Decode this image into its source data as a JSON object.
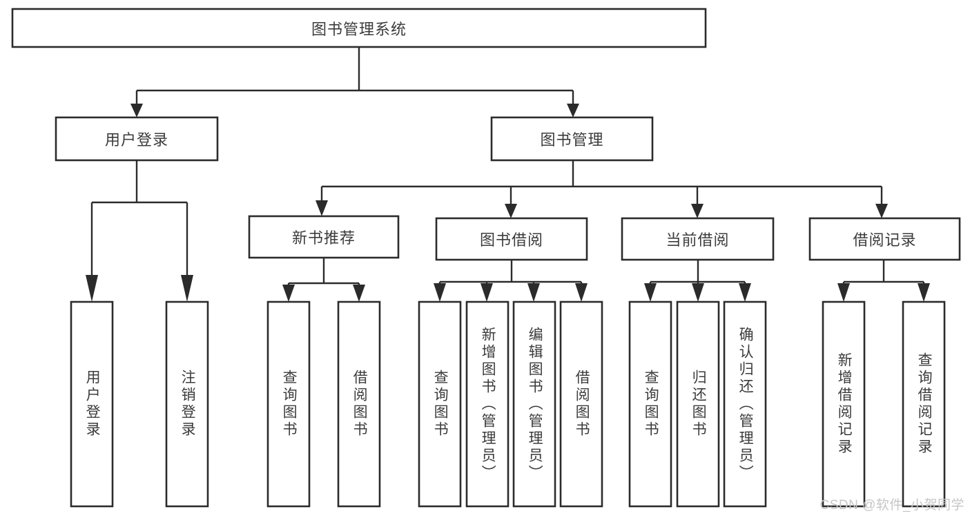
{
  "diagram": {
    "type": "hierarchy-tree",
    "title": "图书管理系统",
    "background_color": "#ffffff",
    "line_color": "#2b2b2b",
    "text_color": "#3b3b3b",
    "watermark": "CSDN @软件_小贺同学",
    "levels": {
      "root": {
        "label": "图书管理系统"
      },
      "level2": [
        {
          "label": "用户登录"
        },
        {
          "label": "图书管理"
        }
      ],
      "level3": [
        {
          "label": "新书推荐"
        },
        {
          "label": "图书借阅"
        },
        {
          "label": "当前借阅"
        },
        {
          "label": "借阅记录"
        }
      ],
      "leaves": {
        "user_login": [
          {
            "label": "用户登录"
          },
          {
            "label": "注销登录"
          }
        ],
        "new_book_recommend": [
          {
            "label": "查询图书"
          },
          {
            "label": "借阅图书"
          }
        ],
        "book_borrow": [
          {
            "label": "查询图书"
          },
          {
            "label": "新增图书（管理员）"
          },
          {
            "label": "编辑图书（管理员）"
          },
          {
            "label": "借阅图书"
          }
        ],
        "current_borrow": [
          {
            "label": "查询图书"
          },
          {
            "label": "归还图书"
          },
          {
            "label": "确认归还（管理员）"
          }
        ],
        "borrow_records": [
          {
            "label": "新增借阅记录"
          },
          {
            "label": "查询借阅记录"
          }
        ]
      }
    }
  }
}
